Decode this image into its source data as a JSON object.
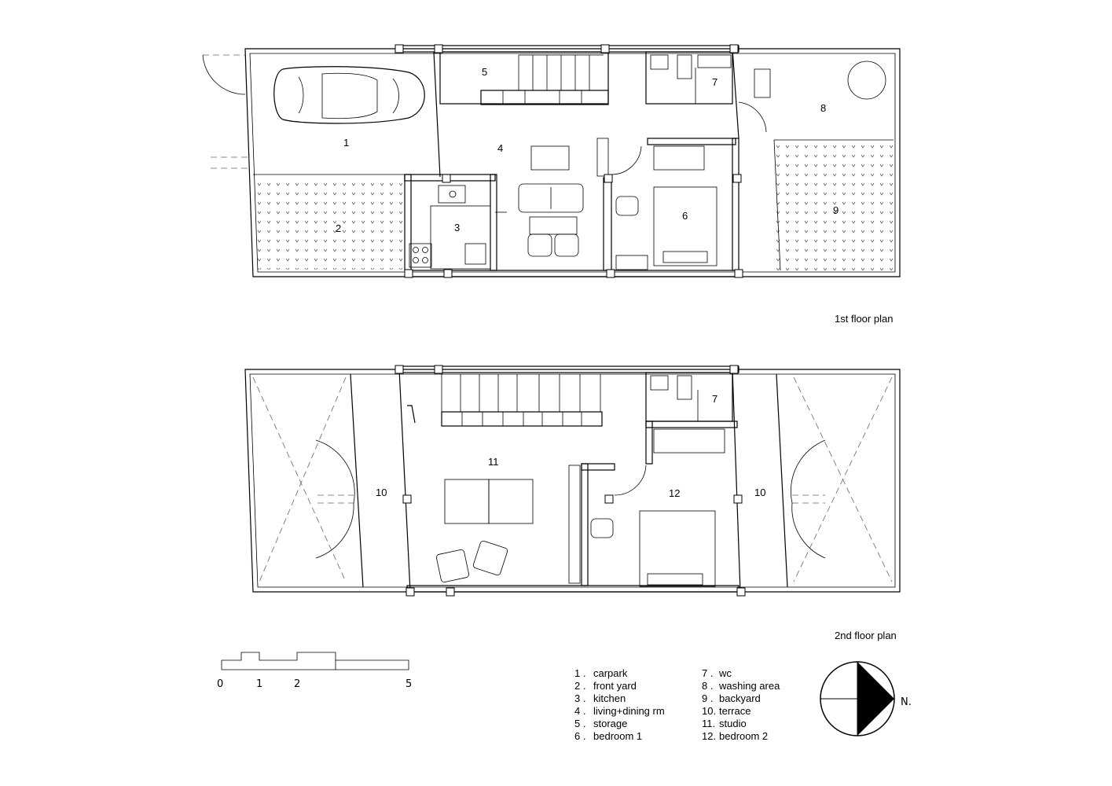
{
  "floor_plans": {
    "first": {
      "caption": "1st floor plan",
      "rooms": [
        "1",
        "2",
        "3",
        "4",
        "5",
        "6",
        "7",
        "8",
        "9"
      ]
    },
    "second": {
      "caption": "2nd floor plan",
      "rooms": [
        "7",
        "10",
        "11",
        "12",
        "10"
      ]
    }
  },
  "scale_bar": {
    "ticks": [
      "0",
      "1",
      "2",
      "5"
    ]
  },
  "north_label": "N.",
  "legend": [
    {
      "num": "1 .",
      "label": "carpark"
    },
    {
      "num": "2 .",
      "label": "front yard"
    },
    {
      "num": "3 .",
      "label": "kitchen"
    },
    {
      "num": "4 .",
      "label": "living+dining rm"
    },
    {
      "num": "5 .",
      "label": "storage"
    },
    {
      "num": "6 .",
      "label": "bedroom 1"
    },
    {
      "num": "7 .",
      "label": "wc"
    },
    {
      "num": "8 .",
      "label": "washing area"
    },
    {
      "num": "9 .",
      "label": "backyard"
    },
    {
      "num": "10.",
      "label": "terrace"
    },
    {
      "num": "11.",
      "label": "studio"
    },
    {
      "num": "12.",
      "label": "bedroom 2"
    }
  ]
}
